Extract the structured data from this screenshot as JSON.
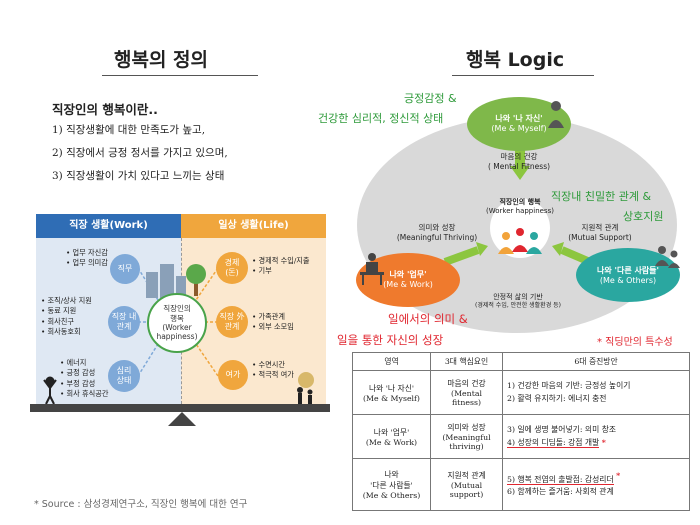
{
  "left": {
    "title": "행복의 정의",
    "lead": "직장인의 행복이란..",
    "items": [
      "1) 직장생활에 대한 만족도가 높고,",
      "2) 직장에서 긍정 정서를 가지고 있으며,",
      "3) 직장생활이 가치 있다고 느끼는 상태"
    ],
    "diagram": {
      "work_header": "직장 생활(Work)",
      "life_header": "일상 생활(Life)",
      "center": [
        "직장인의",
        "행복",
        "(Worker",
        "happiness)"
      ],
      "work_nodes": [
        {
          "label": [
            "직무"
          ],
          "bullets": [
            "• 업무 자신감",
            "• 업무 의미감"
          ]
        },
        {
          "label": [
            "직장 내",
            "관계"
          ],
          "bullets": [
            "• 조직/상사 지원",
            "• 동료 지원",
            "• 회사친구",
            "• 회사동호회"
          ]
        },
        {
          "label": [
            "심리",
            "상태"
          ],
          "bullets": [
            "• 에너지",
            "• 긍정 감성",
            "• 부정 감성",
            "• 회사 휴식공간"
          ]
        }
      ],
      "life_nodes": [
        {
          "label": [
            "경제",
            "(돈)"
          ],
          "bullets": [
            "• 경제적 수입/지출",
            "• 기부"
          ]
        },
        {
          "label": [
            "직장 外",
            "관계"
          ],
          "bullets": [
            "• 가족관계",
            "• 외부 소모임"
          ]
        },
        {
          "label": [
            "여가"
          ],
          "bullets": [
            "• 수면시간",
            "• 적극적 여가"
          ]
        }
      ]
    },
    "source": "* Source : 삼성경제연구소, 직장인 행복에 대한 연구"
  },
  "right": {
    "title": "행복 Logic",
    "green_top": [
      "긍정감정 &",
      "건강한 심리적, 정신적 상태"
    ],
    "green_right": [
      "직장내 친밀한 관계 &",
      "상호지원"
    ],
    "red_bottom": [
      "일에서의 의미 &",
      "일을 통한 자신의 성장"
    ],
    "note": "* 직딩만의 특수성",
    "cycle": {
      "top_node": [
        "나와 '나 자신'",
        "(Me & Myself)"
      ],
      "left_node": [
        "나와 '업무'",
        "(Me & Work)"
      ],
      "right_node": [
        "나와 '다른 사람들'",
        "(Me & Others)"
      ],
      "center": [
        "직장인의 행복",
        "(Worker happiness)"
      ],
      "mental": [
        "마음의 건강",
        "( Mental Fitness)"
      ],
      "meaning": [
        "의미와 성장",
        "(Meaningful Thriving)"
      ],
      "support": [
        "지원적 관계",
        "(Mutual Support)"
      ],
      "base": [
        "안정적 삶의 기반",
        "(경제적 수입, 안전한 생활환경 등)"
      ]
    },
    "table": {
      "headers": [
        "영역",
        "3대 핵심요인",
        "6대 증진방안"
      ],
      "rows": [
        {
          "area": [
            "나와 '나 자신'",
            "(Me & Myself)"
          ],
          "factor": [
            "마음의 건강",
            "(Mental",
            "fitness)"
          ],
          "plans": [
            "1) 건강한 마음의 기반: 긍정성 높이기",
            "2) 활력 유지하기: 에너지 충전"
          ],
          "flag": ""
        },
        {
          "area": [
            "나와 '업무'",
            "(Me & Work)"
          ],
          "factor": [
            "의미와 성장",
            "(Meaningful",
            "thriving)"
          ],
          "plans": [
            "3) 일에 생명 불어넣기: 의미 창조",
            "4) 성장의 디딤돌: 강점 개발"
          ],
          "flag": "*"
        },
        {
          "area": [
            "나와",
            "'다른 사람들'",
            "(Me & Others)"
          ],
          "factor": [
            "지원적 관계",
            "(Mutual",
            "support)"
          ],
          "plans": [
            "5) 행복 전염의 출발점: 감성리더",
            "6) 함께하는 즐거움: 사회적 관계"
          ],
          "flag": "*"
        }
      ]
    }
  }
}
